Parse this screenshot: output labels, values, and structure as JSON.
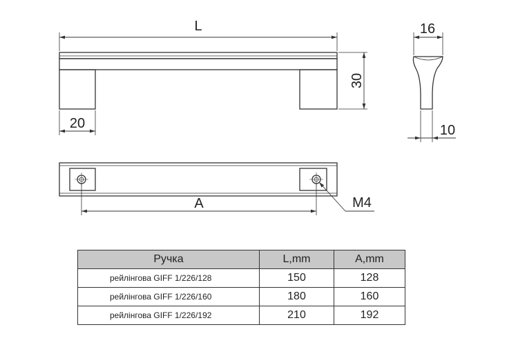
{
  "dimensions": {
    "length": "L",
    "height": "30",
    "leg_width": "20",
    "depth": "16",
    "base_width": "10",
    "spacing": "A",
    "thread": "M4"
  },
  "table": {
    "headers": [
      "Ручка",
      "L,mm",
      "A,mm"
    ],
    "rows": [
      [
        "рейлінгова GIFF 1/226/128",
        "150",
        "128"
      ],
      [
        "рейлінгова GIFF 1/226/160",
        "180",
        "160"
      ],
      [
        "рейлінгова GIFF 1/226/192",
        "210",
        "192"
      ]
    ]
  },
  "colors": {
    "line": "#333333",
    "header_bg": "#c8c8c8"
  }
}
